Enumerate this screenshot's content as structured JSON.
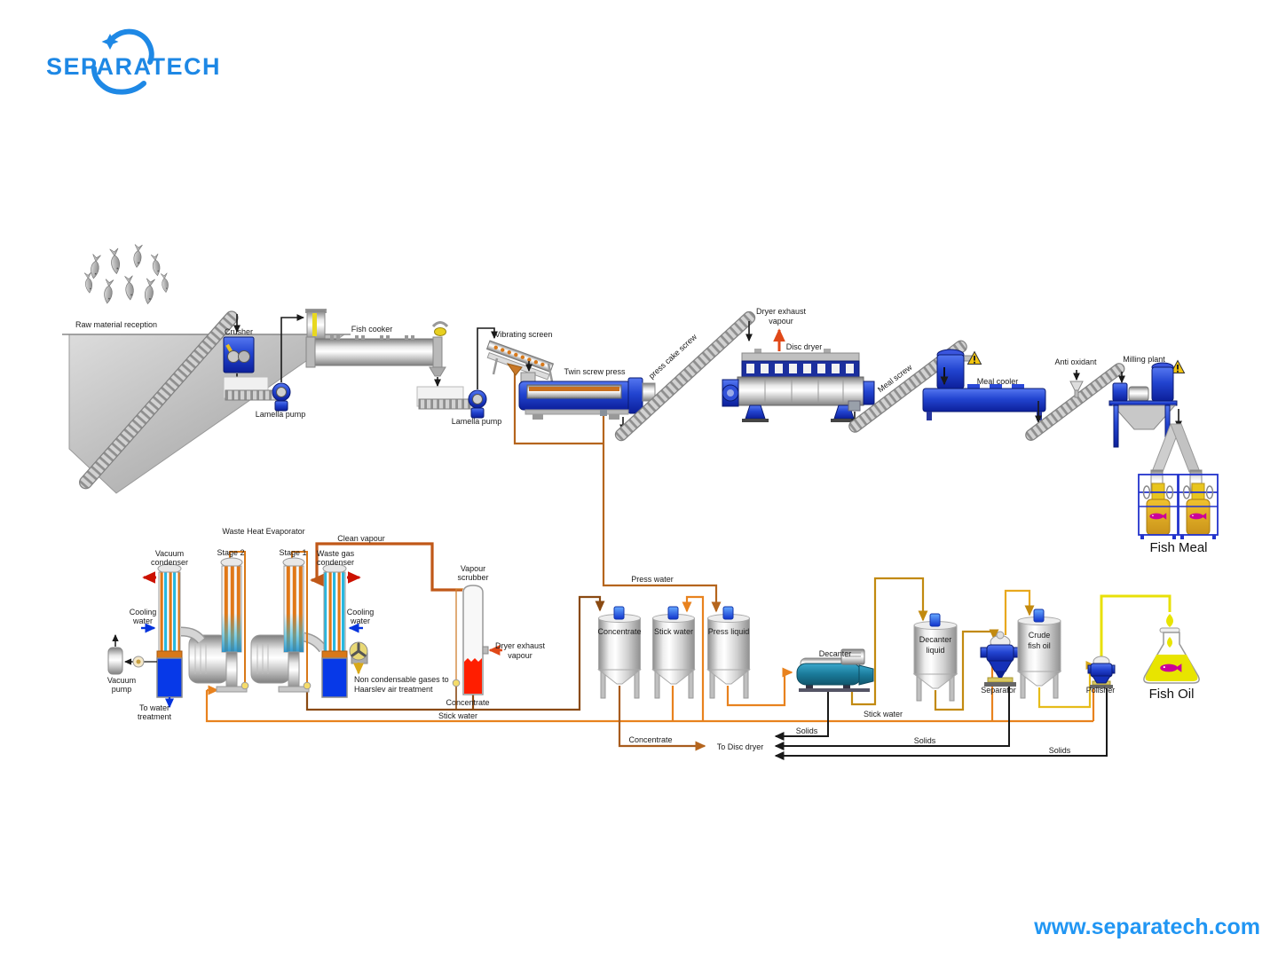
{
  "brand": {
    "logo": "SEPARATECH",
    "website": "www.separatech.com"
  },
  "colors": {
    "accent_blue": "#1E88E5",
    "machine_blue": "#2244d0",
    "pipe_orange": "#e8821e",
    "pipe_brown": "#b5651d",
    "pipe_dark_brown": "#8a4a12",
    "oil_gold": "#c28a10",
    "oil_yellow": "#e8e008",
    "solids_black": "#1a1a1a",
    "hot_red": "#cc1100",
    "cool_blue": "#0433dd"
  },
  "meal_line": {
    "raw_material_reception": "Raw material reception",
    "crusher": "Crusher",
    "lamella_pump_1": "Lamella pump",
    "fish_cooker": "Fish cooker",
    "lamella_pump_2": "Lamella pump",
    "vibrating_screen": "Vibrating screen",
    "twin_screw_press": "Twin screw press",
    "press_cake_screw": "press cake screw",
    "dryer_exhaust_1": "Dryer exhaust",
    "dryer_exhaust_2": "vapour",
    "disc_dryer": "Disc dryer",
    "meal_screw": "Meal screw",
    "meal_cooler": "Meal cooler",
    "anti_oxidant": "Anti oxidant",
    "milling_plant": "Milling plant",
    "fish_meal": "Fish Meal"
  },
  "evaporator": {
    "title": "Waste Heat Evaporator",
    "vacuum_condenser_1": "Vacuum",
    "vacuum_condenser_2": "condenser",
    "stage_2": "Stage 2",
    "stage_1": "Stage 1",
    "waste_gas_condenser_1": "Waste gas",
    "waste_gas_condenser_2": "condenser",
    "clean_vapour": "Clean vapour",
    "cooling_water_1": "Cooling",
    "cooling_water_2": "water",
    "vacuum_pump_1": "Vacuum",
    "vacuum_pump_2": "pump",
    "to_water_treatment_1": "To water",
    "to_water_treatment_2": "treatment",
    "non_condensable_1": "Non condensable gases to",
    "non_condensable_2": "Haarslev air treatment",
    "concentrate": "Concentrate",
    "stick_water": "Stick water"
  },
  "scrubber": {
    "vapour_scrubber_1": "Vapour",
    "vapour_scrubber_2": "scrubber",
    "dryer_exhaust_1": "Dryer exhaust",
    "dryer_exhaust_2": "vapour"
  },
  "oil_line": {
    "press_water": "Press water",
    "tank_concentrate": "Concentrate",
    "tank_stick_water": "Stick water",
    "tank_press_liquid": "Press liquid",
    "decanter": "Decanter",
    "decanter_liquid_1": "Decanter",
    "decanter_liquid_2": "liquid",
    "separator": "Separator",
    "crude_fish_oil_1": "Crude",
    "crude_fish_oil_2": "fish oil",
    "polisher": "Polisher",
    "fish_oil": "Fish Oil",
    "stick_water": "Stick water",
    "concentrate": "Concentrate",
    "to_disc_dryer": "To Disc dryer",
    "solids_1": "Solids",
    "solids_2": "Solids",
    "solids_3": "Solids"
  }
}
